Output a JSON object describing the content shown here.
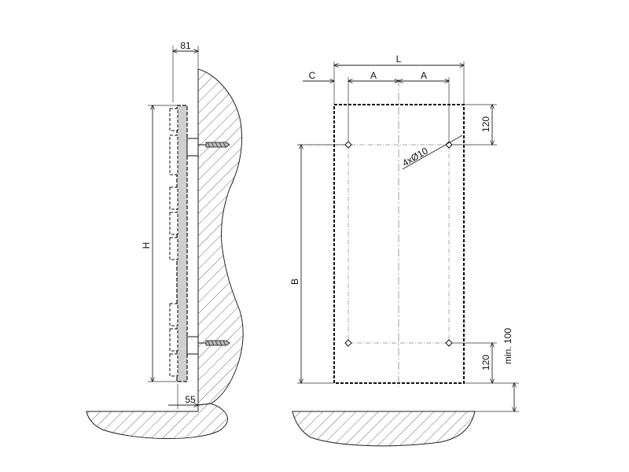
{
  "side_view": {
    "dim_top": "81",
    "dim_bottom": "55",
    "dim_height": "H"
  },
  "front_view": {
    "dim_width": "L",
    "dim_offset": "C",
    "dim_axis_left": "A",
    "dim_axis_right": "A",
    "dim_holes": "4xØ10",
    "dim_top_margin": "120",
    "dim_bottom_margin": "120",
    "dim_floor_clearance": "min. 100",
    "dim_vertical": "B"
  }
}
